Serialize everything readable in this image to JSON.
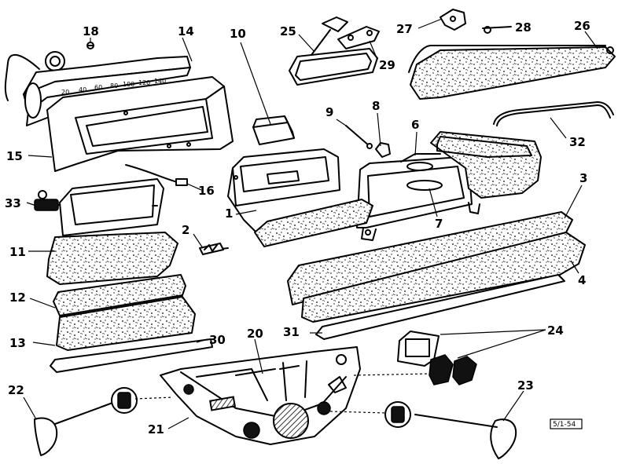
{
  "callouts": {
    "c1": "1",
    "c2": "2",
    "c3": "3",
    "c4": "4",
    "c6": "6",
    "c7": "7",
    "c8": "8",
    "c9": "9",
    "c10": "10",
    "c11": "11",
    "c12": "12",
    "c13": "13",
    "c14": "14",
    "c15": "15",
    "c16": "16",
    "c18": "18",
    "c20": "20",
    "c21": "21",
    "c22": "22",
    "c23": "23",
    "c24": "24",
    "c25": "25",
    "c26": "26",
    "c27": "27",
    "c28": "28",
    "c29": "29",
    "c30": "30",
    "c31": "31",
    "c32": "32",
    "c33": "33"
  },
  "speedometer": {
    "scale": [
      "20",
      "40",
      "60",
      "80",
      "100",
      "120",
      "140"
    ]
  },
  "stamp": "5/1-54"
}
